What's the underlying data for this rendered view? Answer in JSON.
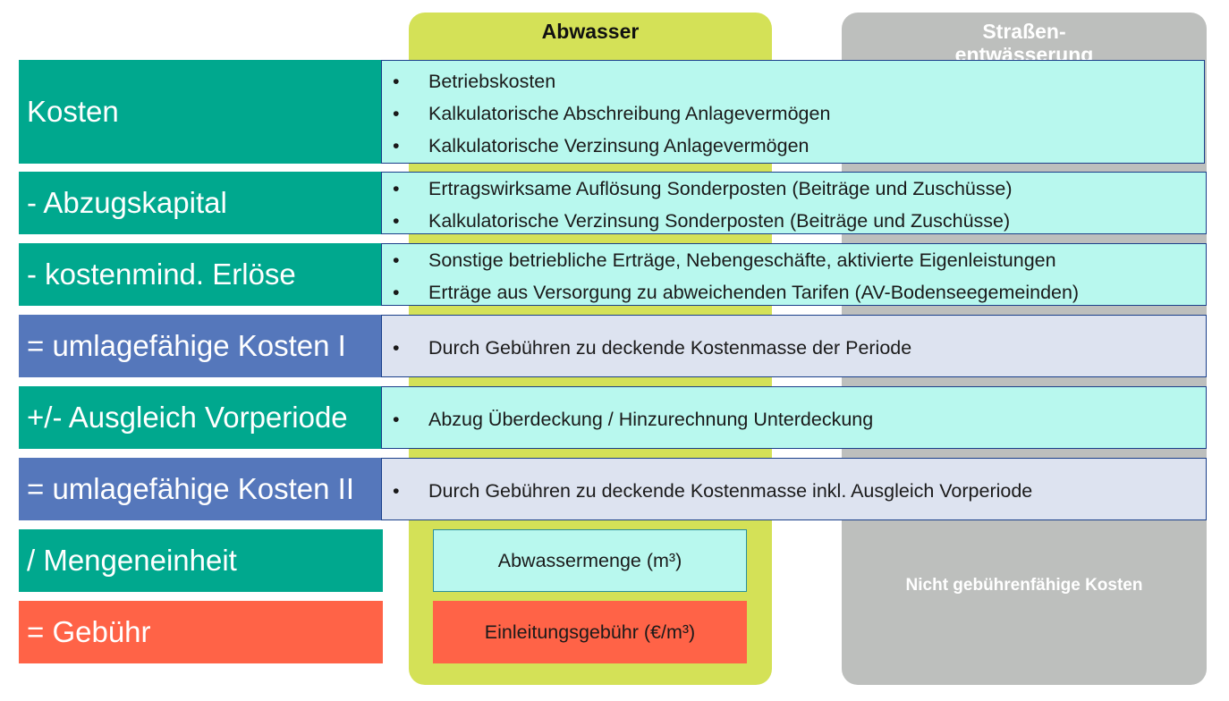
{
  "columns": {
    "abwasser": {
      "title": "Abwasser"
    },
    "strassen": {
      "title": "Straßen-\nentwässerung",
      "note": "Nicht gebührenfähige Kosten"
    }
  },
  "rows": [
    {
      "label": "Kosten",
      "items": [
        "Betriebskosten",
        "Kalkulatorische Abschreibung Anlagevermögen",
        "Kalkulatorische Verzinsung Anlagevermögen"
      ]
    },
    {
      "label": "- Abzugskapital",
      "items": [
        "Ertragswirksame Auflösung Sonderposten (Beiträge und Zuschüsse)",
        "Kalkulatorische Verzinsung Sonderposten (Beiträge und Zuschüsse)"
      ]
    },
    {
      "label": "- kostenmind. Erlöse",
      "items": [
        "Sonstige betriebliche Erträge, Nebengeschäfte, aktivierte Eigenleistungen",
        "Erträge aus Versorgung zu abweichenden Tarifen (AV-Bodenseegemeinden)"
      ]
    },
    {
      "label": "= umlagefähige Kosten I",
      "items": [
        "Durch Gebühren zu deckende Kostenmasse der Periode"
      ]
    },
    {
      "label": "+/- Ausgleich Vorperiode",
      "items": [
        "Abzug Überdeckung / Hinzurechnung Unterdeckung"
      ]
    },
    {
      "label": "= umlagefähige Kosten II",
      "items": [
        "Durch Gebühren zu deckende Kostenmasse inkl. Ausgleich Vorperiode"
      ]
    },
    {
      "label": "/ Mengeneinheit",
      "box": "Abwassermenge (m³)"
    },
    {
      "label": "= Gebühr",
      "box": "Einleitungsgebühr (€/m³)"
    }
  ],
  "bullet": "•",
  "colors": {
    "teal": "#00a88e",
    "blue": "#5577bb",
    "red": "#ff6347",
    "lime": "#d4e157",
    "gray": "#bdbfbd",
    "cyan": "#b8f8ee",
    "lavender": "#dde3f0"
  }
}
